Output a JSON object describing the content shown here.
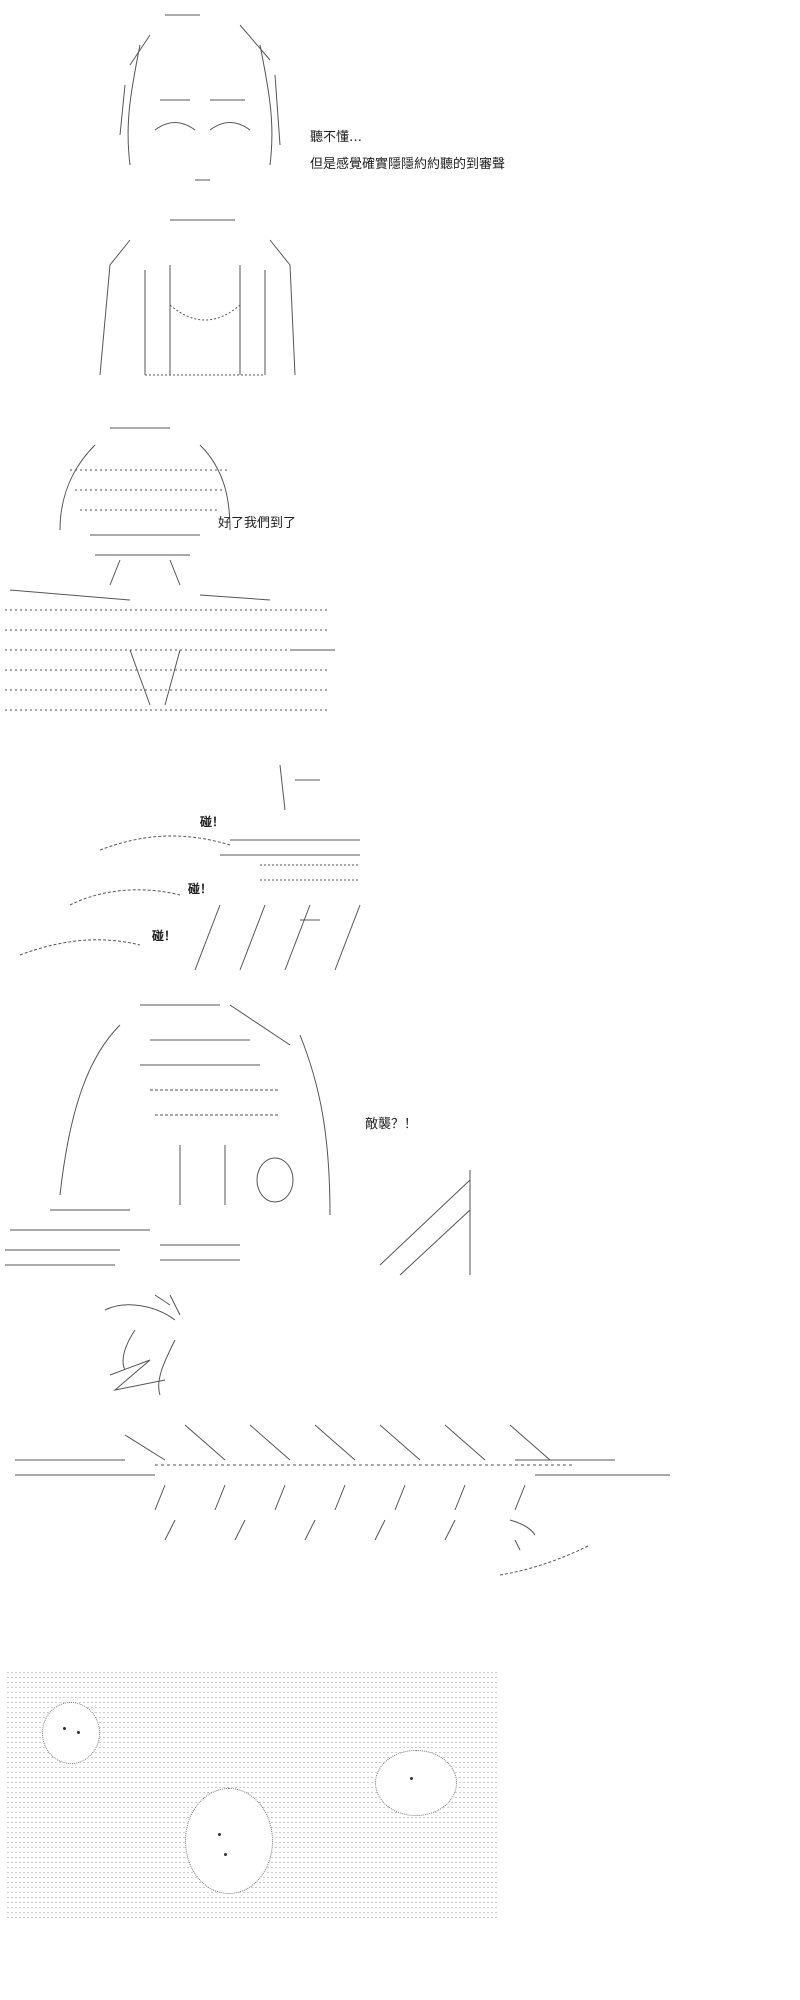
{
  "panels": {
    "p1": {
      "lines": [
        "聽不懂…",
        "但是感覺確實隱隱約約聽的到審聲"
      ]
    },
    "p2": {
      "lines": [
        "好了我們到了"
      ]
    },
    "p3": {
      "sfx": [
        "碰！",
        "碰！",
        "碰！"
      ]
    },
    "p4": {
      "lines": [
        "敵襲？！"
      ]
    }
  },
  "colors": {
    "ink": "#222222",
    "line": "#555555",
    "dots": "#9a9a9a",
    "background": "#ffffff"
  }
}
